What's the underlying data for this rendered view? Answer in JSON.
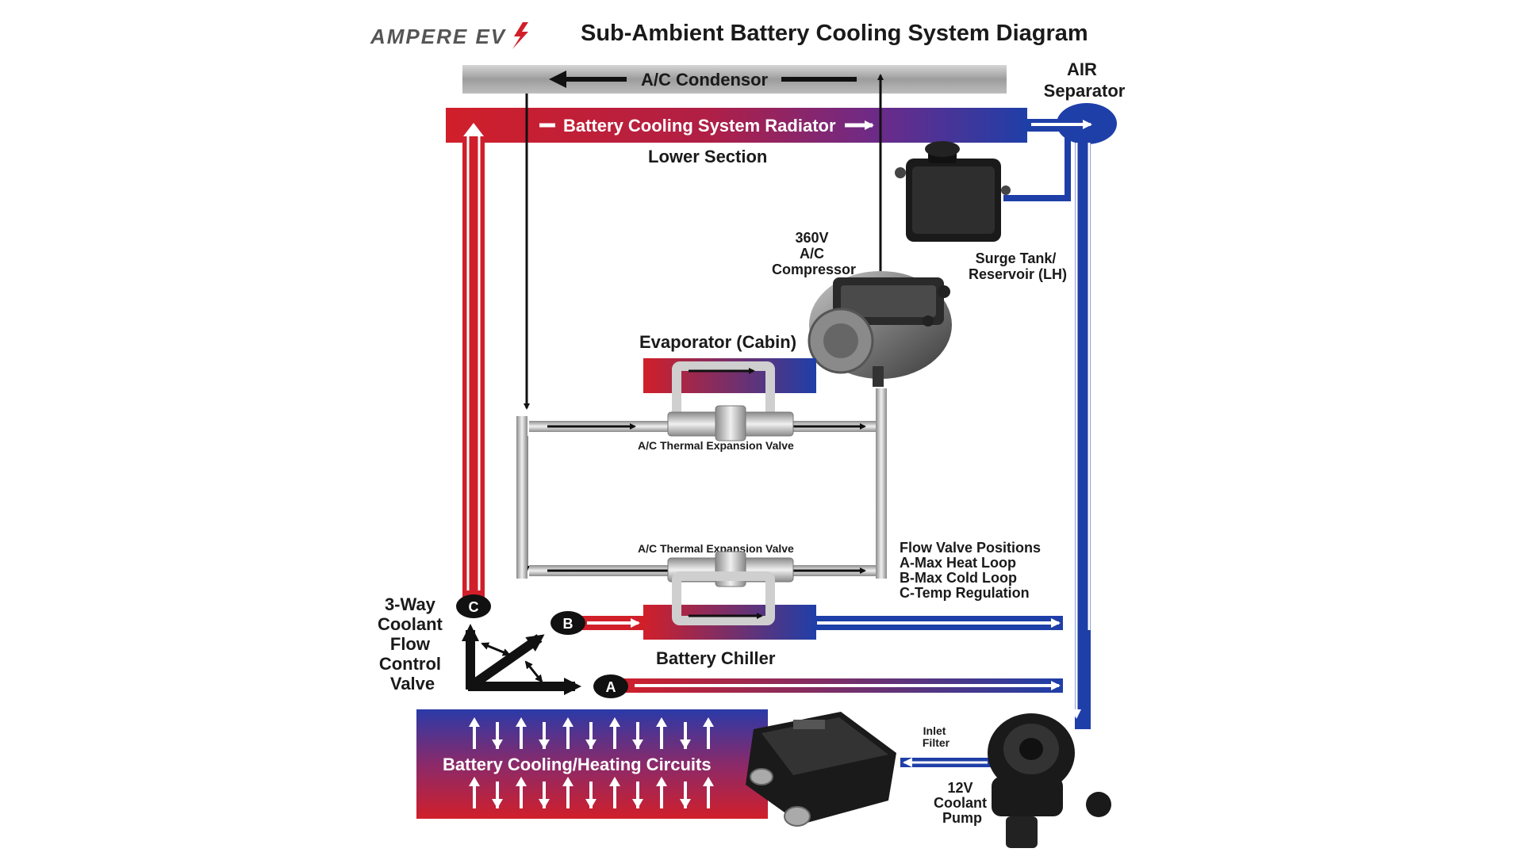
{
  "header": {
    "brand": "AMPERE EV",
    "title": "Sub-Ambient Battery Cooling System Diagram"
  },
  "labels": {
    "condensor": "A/C Condensor",
    "radiator": "Battery Cooling System Radiator",
    "lower_section": "Lower Section",
    "air_separator": [
      "AIR",
      "Separator"
    ],
    "surge_tank": [
      "Surge Tank/",
      "Reservoir (LH)"
    ],
    "compressor": [
      "360V",
      "A/C",
      "Compressor"
    ],
    "evaporator": "Evaporator (Cabin)",
    "expansion_valve_upper": "A/C Thermal Expansion Valve",
    "expansion_valve_lower": "A/C Thermal Expansion Valve",
    "flow_positions": [
      "Flow Valve Positions",
      "A-Max Heat Loop",
      "B-Max Cold Loop",
      "C-Temp Regulation"
    ],
    "three_way_valve": [
      "3-Way",
      "Coolant",
      "Flow",
      "Control",
      "Valve"
    ],
    "battery_chiller": "Battery Chiller",
    "battery_circuits": "Battery Cooling/Heating Circuits",
    "inlet_filter": [
      "Inlet",
      "Filter"
    ],
    "coolant_pump": [
      "12V",
      "Coolant",
      "Pump"
    ],
    "valve_a": "A",
    "valve_b": "B",
    "valve_c": "C"
  },
  "colors": {
    "hot": "#d11f2a",
    "cold": "#1f3fa8",
    "refrigerant": "#9c9c9c",
    "arrow": "#111111"
  }
}
